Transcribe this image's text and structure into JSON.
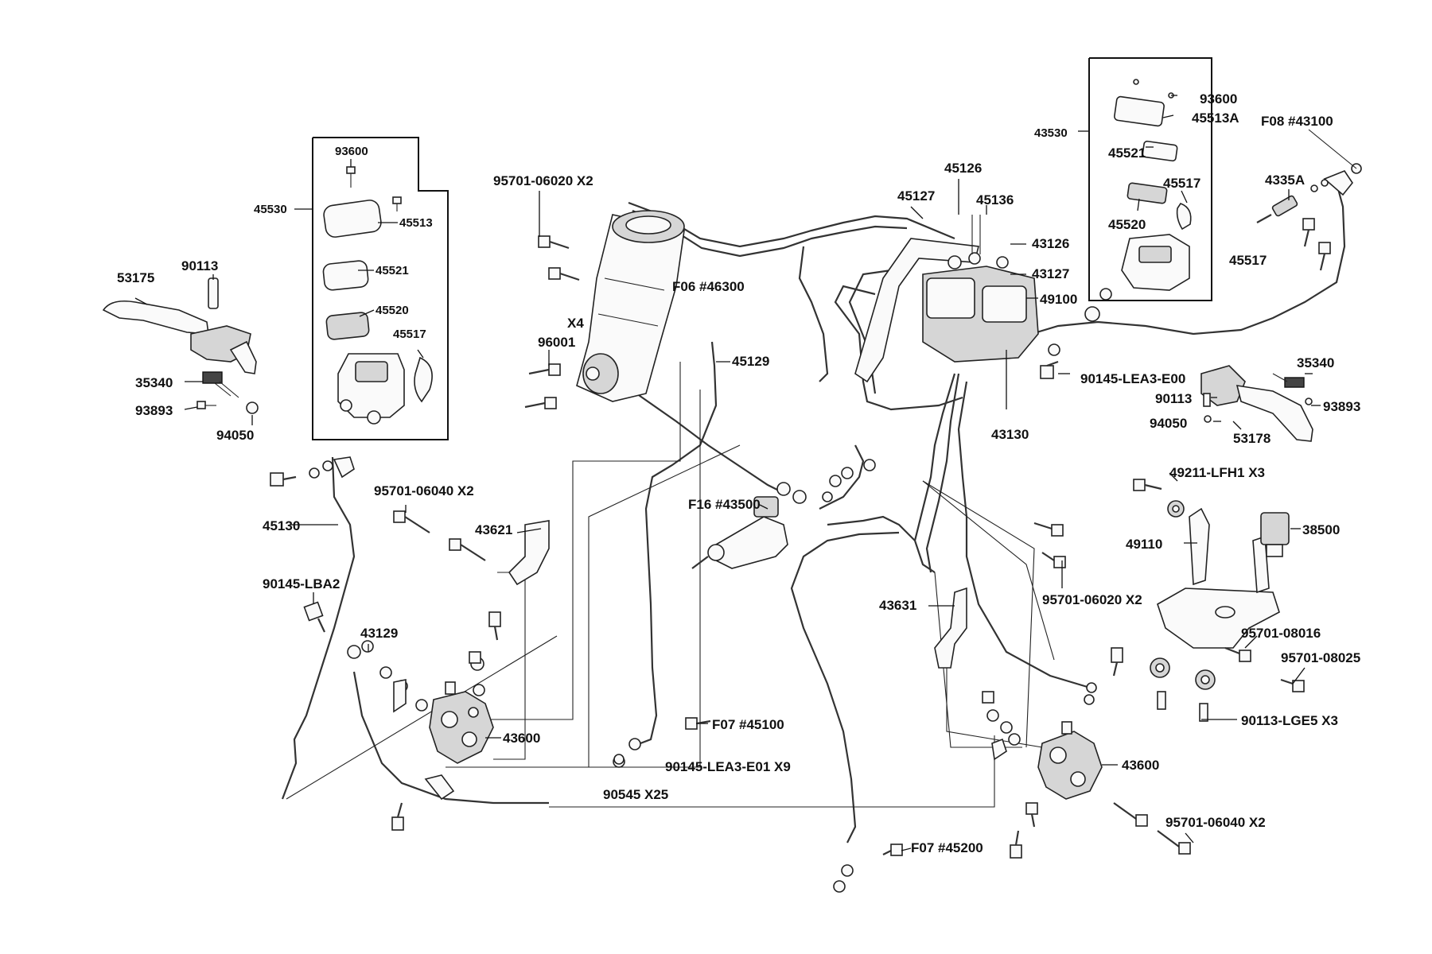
{
  "labels": {
    "box_left_93600": "93600",
    "box_left_45530": "45530",
    "box_left_45513": "45513",
    "box_left_45521": "45521",
    "box_left_45520": "45520",
    "box_left_45517": "45517",
    "lever_left_53175": "53175",
    "lever_left_90113": "90113",
    "lever_left_35340": "35340",
    "lever_left_93893": "93893",
    "lever_left_94050": "94050",
    "bolt_95701_06020_top": "95701-06020 X2",
    "f06": "F06 #46300",
    "x4": "X4",
    "n96001": "96001",
    "n45129": "45129",
    "n45127": "45127",
    "n45126": "45126",
    "n45136": "45136",
    "n43126": "43126",
    "n43127": "43127",
    "n49100": "49100",
    "n43130": "43130",
    "n90145_lea3_e00": "90145-LEA3-E00",
    "box_right_43530": "43530",
    "box_right_93600": "93600",
    "box_right_45513a": "45513A",
    "box_right_45521": "45521",
    "box_right_45517": "45517",
    "box_right_45520": "45520",
    "n45517_out": "45517",
    "f08": "F08 #43100",
    "n4335a": "4335A",
    "lever_right_35340": "35340",
    "lever_right_90113": "90113",
    "lever_right_93893": "93893",
    "lever_right_94050": "94050",
    "lever_right_53178": "53178",
    "n45130": "45130",
    "n90145_lba2": "90145-LBA2",
    "bolt_95701_06040_left": "95701-06040 X2",
    "n43621": "43621",
    "n43129": "43129",
    "n43600_left": "43600",
    "f16": "F16 #43500",
    "f07_45100": "F07 #45100",
    "n90145_lea3_e01": "90145-LEA3-E01  X9",
    "n90545": "90545  X25",
    "n43631": "43631",
    "bolt_95701_06020_right": "95701-06020 X2",
    "n49211": "49211-LFH1 X3",
    "n49110": "49110",
    "n38500": "38500",
    "n95701_08016": "95701-08016",
    "n95701_08025": "95701-08025",
    "n90113_lge5": "90113-LGE5 X3",
    "n43600_right": "43600",
    "bolt_95701_06040_right": "95701-06040 X2",
    "f07_45200": "F07 #45200"
  }
}
